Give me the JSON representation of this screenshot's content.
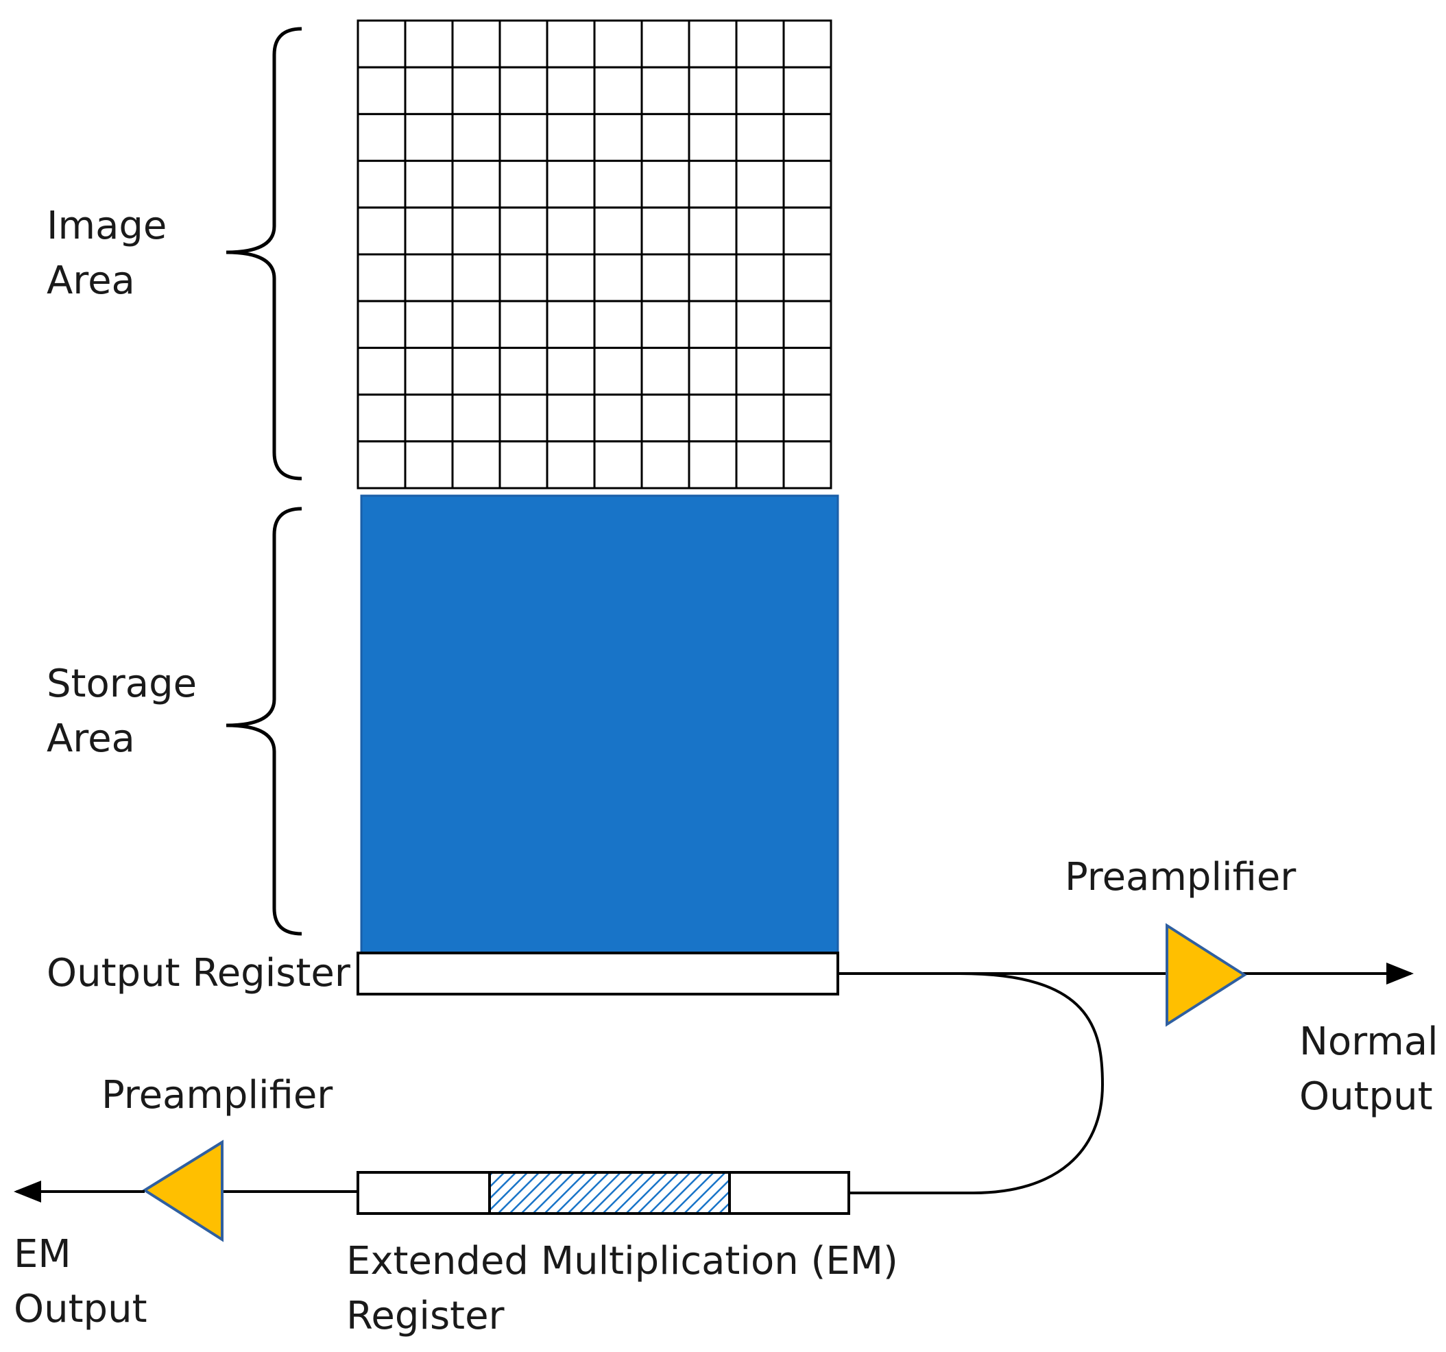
{
  "diagram": {
    "labels": {
      "image_area": [
        "Image",
        "Area"
      ],
      "storage_area": [
        "Storage",
        "Area"
      ],
      "output_register": "Output Register",
      "preamp_normal": "Preamplifier",
      "normal_output": [
        "Normal",
        "Output"
      ],
      "preamp_em": "Preamplifier",
      "em_output": [
        "EM",
        "Output"
      ],
      "em_register": [
        "Extended Multiplication (EM)",
        "Register"
      ]
    },
    "image_area_grid": {
      "rows": 10,
      "cols": 10
    },
    "colors": {
      "storage_fill": "#1874c8",
      "amplifier_fill": "#ffbf00",
      "amplifier_stroke": "#2f5fa0",
      "hatch_stroke": "#1874c8",
      "line": "#000000"
    }
  }
}
